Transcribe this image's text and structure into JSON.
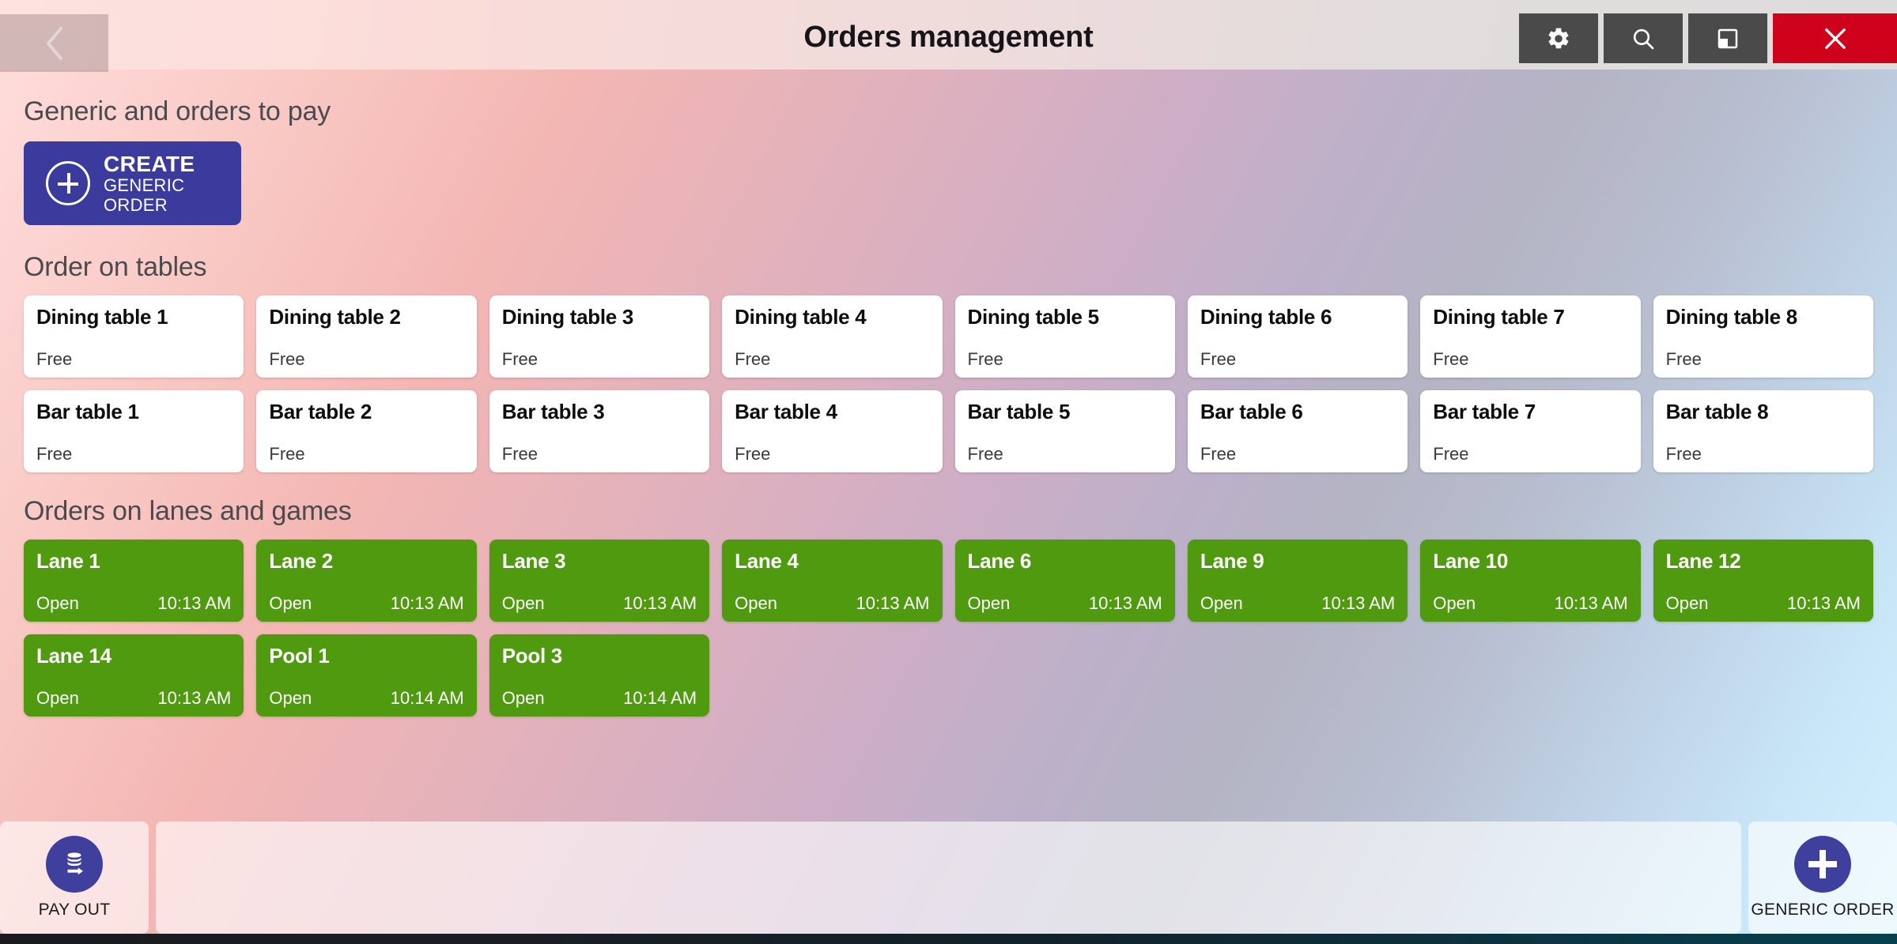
{
  "titlebar": {
    "title": "Orders management",
    "back_icon": "chevron-left-icon",
    "buttons": [
      {
        "name": "settings",
        "icon": "gear-icon"
      },
      {
        "name": "search",
        "icon": "search-icon"
      },
      {
        "name": "restore",
        "icon": "restore-window-icon"
      },
      {
        "name": "close",
        "icon": "close-icon",
        "color": "#d0021b"
      }
    ]
  },
  "sections": {
    "generic": {
      "title": "Generic and orders to pay",
      "create_button": {
        "icon": "plus-circle-icon",
        "line1": "CREATE",
        "line2": "GENERIC ORDER"
      }
    },
    "tables": {
      "title": "Order on tables",
      "rows": [
        [
          {
            "name": "Dining table 1",
            "status": "Free",
            "time": ""
          },
          {
            "name": "Dining table 2",
            "status": "Free",
            "time": ""
          },
          {
            "name": "Dining table 3",
            "status": "Free",
            "time": ""
          },
          {
            "name": "Dining table 4",
            "status": "Free",
            "time": ""
          },
          {
            "name": "Dining table 5",
            "status": "Free",
            "time": ""
          },
          {
            "name": "Dining table 6",
            "status": "Free",
            "time": ""
          },
          {
            "name": "Dining table 7",
            "status": "Free",
            "time": ""
          },
          {
            "name": "Dining table 8",
            "status": "Free",
            "time": ""
          }
        ],
        [
          {
            "name": "Bar table 1",
            "status": "Free",
            "time": ""
          },
          {
            "name": "Bar table 2",
            "status": "Free",
            "time": ""
          },
          {
            "name": "Bar table 3",
            "status": "Free",
            "time": ""
          },
          {
            "name": "Bar table 4",
            "status": "Free",
            "time": ""
          },
          {
            "name": "Bar table 5",
            "status": "Free",
            "time": ""
          },
          {
            "name": "Bar table 6",
            "status": "Free",
            "time": ""
          },
          {
            "name": "Bar table 7",
            "status": "Free",
            "time": ""
          },
          {
            "name": "Bar table 8",
            "status": "Free",
            "time": ""
          }
        ]
      ]
    },
    "lanes": {
      "title": "Orders on lanes and games",
      "rows": [
        [
          {
            "name": "Lane 1",
            "status": "Open",
            "time": "10:13 AM"
          },
          {
            "name": "Lane 2",
            "status": "Open",
            "time": "10:13 AM"
          },
          {
            "name": "Lane 3",
            "status": "Open",
            "time": "10:13 AM"
          },
          {
            "name": "Lane 4",
            "status": "Open",
            "time": "10:13 AM"
          },
          {
            "name": "Lane 6",
            "status": "Open",
            "time": "10:13 AM"
          },
          {
            "name": "Lane 9",
            "status": "Open",
            "time": "10:13 AM"
          },
          {
            "name": "Lane 10",
            "status": "Open",
            "time": "10:13 AM"
          },
          {
            "name": "Lane 12",
            "status": "Open",
            "time": "10:13 AM"
          }
        ],
        [
          {
            "name": "Lane 14",
            "status": "Open",
            "time": "10:13 AM"
          },
          {
            "name": "Pool 1",
            "status": "Open",
            "time": "10:14 AM"
          },
          {
            "name": "Pool 3",
            "status": "Open",
            "time": "10:14 AM"
          }
        ]
      ]
    }
  },
  "footer": {
    "pay_out": {
      "label": "PAY OUT",
      "icon": "coins-out-icon"
    },
    "generic_order": {
      "label": "GENERIC ORDER",
      "icon": "plus-icon"
    }
  },
  "colors": {
    "accent": "#3b3b9e",
    "lane_open": "#4f9a0e",
    "close_red": "#d0021b",
    "titlebar_button": "#4a4a4a"
  }
}
